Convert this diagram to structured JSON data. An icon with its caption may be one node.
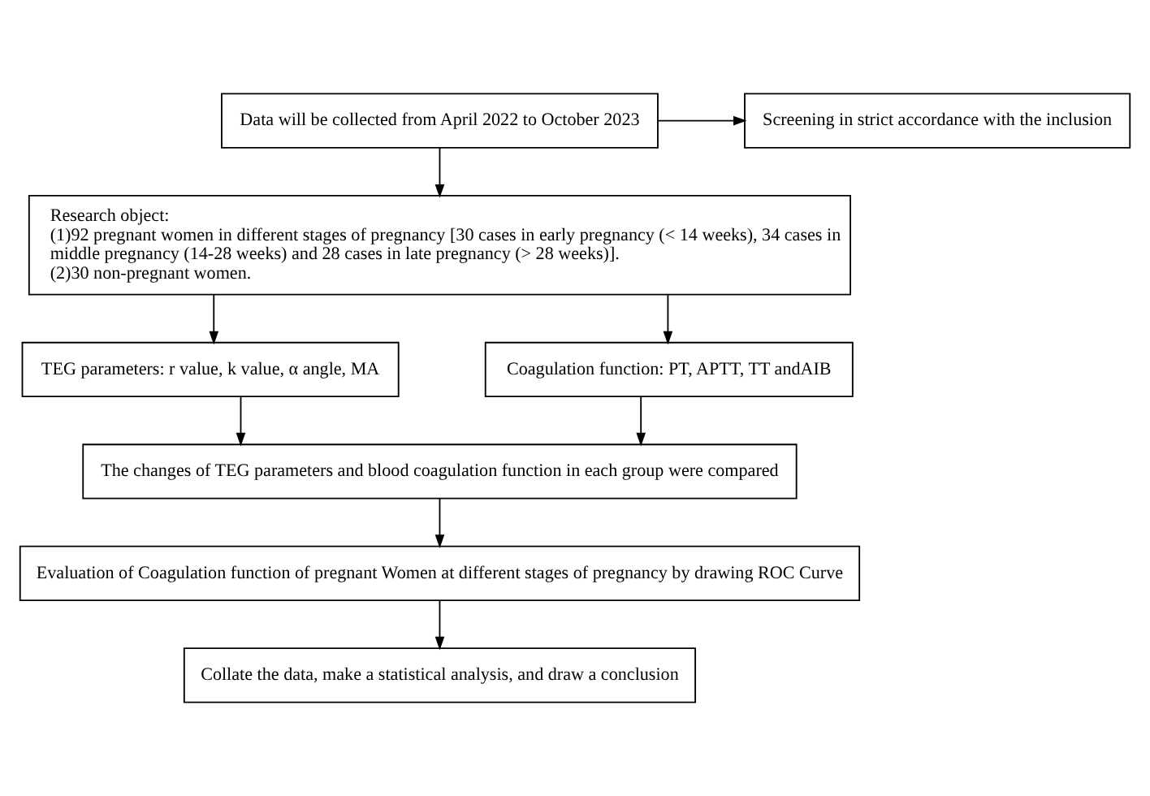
{
  "diagram": {
    "nodes": [
      {
        "text": [
          "Data will be collected from April 2022 to October 2023"
        ]
      },
      {
        "text": [
          "Screening in strict accordance with the inclusion"
        ]
      },
      {
        "text": [
          "Research object:",
          "(1)92 pregnant women in different stages of pregnancy [30 cases in early pregnancy (< 14 weeks), 34 cases in middle pregnancy (14-28 weeks) and 28 cases in late pregnancy (> 28 weeks)].",
          "(2)30 non-pregnant women."
        ]
      },
      {
        "text": [
          "TEG parameters: r value, k value, α angle, MA"
        ]
      },
      {
        "text": [
          "Coagulation function: PT, APTT, TT andAIB"
        ]
      },
      {
        "text": [
          "The changes of TEG parameters and blood coagulation function in each group were compared"
        ]
      },
      {
        "text": [
          "Evaluation of Coagulation function of pregnant Women at different stages of pregnancy by drawing ROC Curve"
        ]
      },
      {
        "text": [
          "Collate the data, make a statistical analysis, and draw a conclusion"
        ]
      }
    ],
    "edges": [
      {
        "from": 0,
        "to": 1,
        "arrow": "to"
      },
      {
        "from": 0,
        "to": 2,
        "arrow": "to"
      },
      {
        "from": 2,
        "to": 3,
        "arrow": "to"
      },
      {
        "from": 2,
        "to": 4,
        "arrow": "to"
      },
      {
        "from": 3,
        "to": 5,
        "arrow": "to"
      },
      {
        "from": 4,
        "to": 5,
        "arrow": "to"
      },
      {
        "from": 5,
        "to": 6,
        "arrow": "to"
      },
      {
        "from": 6,
        "to": 7,
        "arrow": "to"
      }
    ]
  }
}
